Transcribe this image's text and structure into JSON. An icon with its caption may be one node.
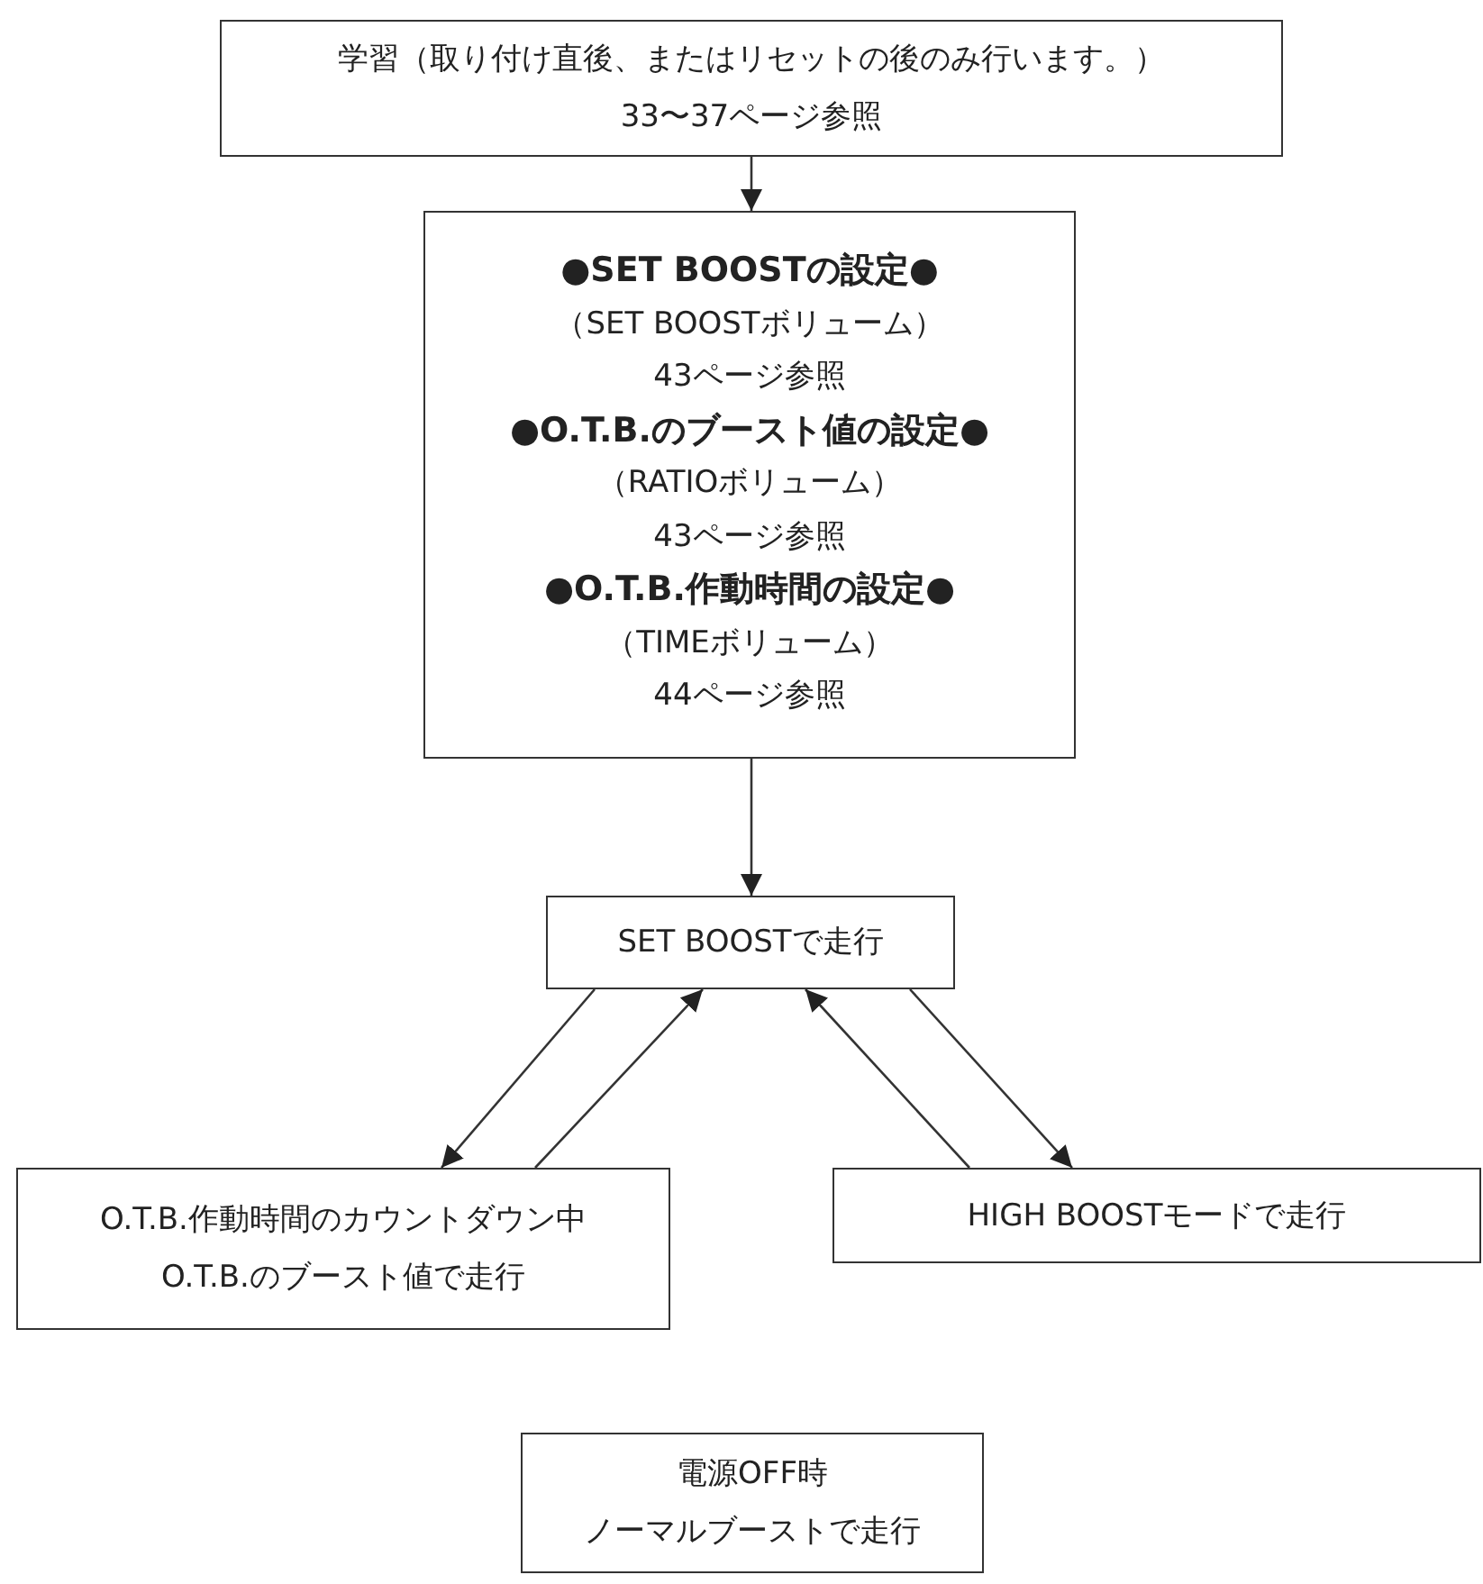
{
  "diagram": {
    "nodes": [
      {
        "text": [
          "学習（取り付け直後、またはリセットの後のみ行います。）",
          "33〜37ページ参照"
        ]
      },
      {
        "text": [
          "●SET BOOSTの設定●",
          "（SET BOOSTボリューム）",
          "43ページ参照",
          "●O.T.B.のブースト値の設定●",
          "（RATIOボリューム）",
          "43ページ参照",
          "●O.T.B.作動時間の設定●",
          "（TIMEボリューム）",
          "44ページ参照"
        ]
      },
      {
        "text": [
          "SET BOOSTで走行"
        ]
      },
      {
        "text": [
          "O.T.B.作動時間のカウントダウン中",
          "O.T.B.のブースト値で走行"
        ]
      },
      {
        "text": [
          "HIGH BOOSTモードで走行"
        ]
      },
      {
        "text": [
          "電源OFF時",
          "ノーマルブーストで走行"
        ]
      }
    ],
    "edges": [
      {
        "from": 0,
        "to": 1,
        "arrow": "to"
      },
      {
        "from": 1,
        "to": 2,
        "arrow": "to"
      },
      {
        "from": 2,
        "to": 3,
        "arrow": "to"
      },
      {
        "from": 3,
        "to": 2,
        "arrow": "to"
      },
      {
        "from": 4,
        "to": 2,
        "arrow": "to"
      },
      {
        "from": 2,
        "to": 4,
        "arrow": "to"
      }
    ]
  }
}
